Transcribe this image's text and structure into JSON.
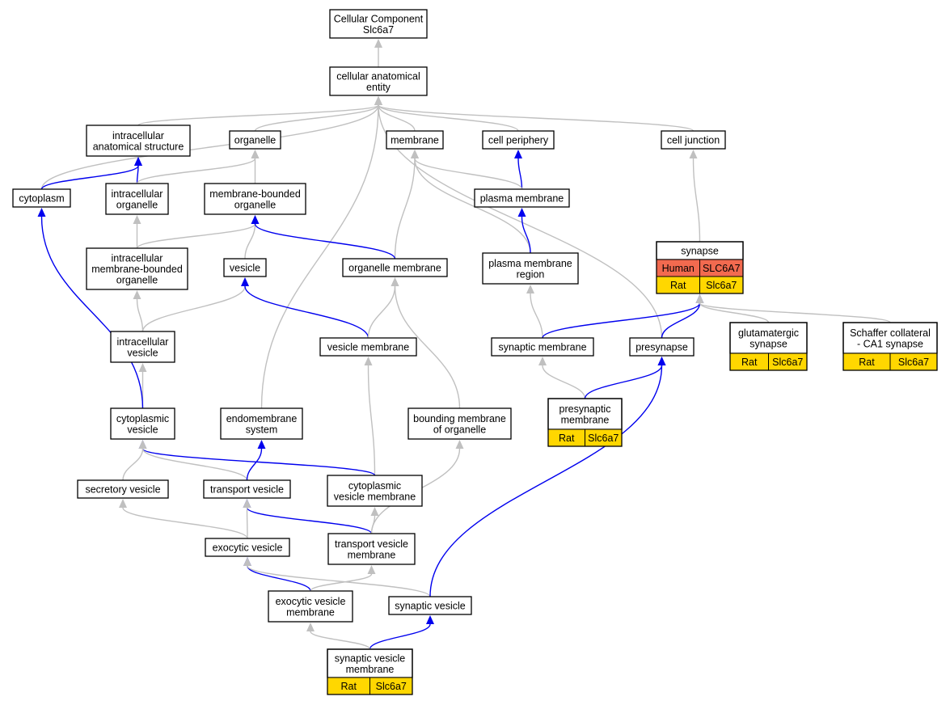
{
  "colors": {
    "grey_edge": "#c0c0c0",
    "blue_edge": "#0000ee",
    "human_cell": "#f26a4f",
    "rat_cell": "#ffd700"
  },
  "nodes": {
    "root": {
      "lines": [
        "Cellular Component",
        "Slc6a7"
      ]
    },
    "cae": {
      "lines": [
        "cellular anatomical",
        "entity"
      ]
    },
    "ias": {
      "lines": [
        "intracellular",
        "anatomical structure"
      ]
    },
    "organelle": {
      "lines": [
        "organelle"
      ]
    },
    "membrane": {
      "lines": [
        "membrane"
      ]
    },
    "cellperiph": {
      "lines": [
        "cell periphery"
      ]
    },
    "celljunc": {
      "lines": [
        "cell junction"
      ]
    },
    "cytoplasm": {
      "lines": [
        "cytoplasm"
      ]
    },
    "intorg": {
      "lines": [
        "intracellular",
        "organelle"
      ]
    },
    "mbo": {
      "lines": [
        "membrane-bounded",
        "organelle"
      ]
    },
    "plasmamem": {
      "lines": [
        "plasma membrane"
      ]
    },
    "imbo": {
      "lines": [
        "intracellular",
        "membrane-bounded",
        "organelle"
      ]
    },
    "vesicle": {
      "lines": [
        "vesicle"
      ]
    },
    "orgmem": {
      "lines": [
        "organelle membrane"
      ]
    },
    "pmr": {
      "lines": [
        "plasma membrane",
        "region"
      ]
    },
    "synapse": {
      "lines": [
        "synapse"
      ],
      "rows": [
        [
          "Human",
          "SLC6A7"
        ],
        [
          "Rat",
          "Slc6a7"
        ]
      ]
    },
    "intves": {
      "lines": [
        "intracellular",
        "vesicle"
      ]
    },
    "vesmem": {
      "lines": [
        "vesicle membrane"
      ]
    },
    "synmem": {
      "lines": [
        "synaptic membrane"
      ]
    },
    "presyn": {
      "lines": [
        "presynapse"
      ]
    },
    "glut": {
      "lines": [
        "glutamatergic",
        "synapse"
      ],
      "rows": [
        [
          "Rat",
          "Slc6a7"
        ]
      ]
    },
    "schaffer": {
      "lines": [
        "Schaffer collateral",
        "- CA1 synapse"
      ],
      "rows": [
        [
          "Rat",
          "Slc6a7"
        ]
      ]
    },
    "cytves": {
      "lines": [
        "cytoplasmic",
        "vesicle"
      ]
    },
    "endomem": {
      "lines": [
        "endomembrane",
        "system"
      ]
    },
    "bmo": {
      "lines": [
        "bounding membrane",
        "of organelle"
      ]
    },
    "presynmem": {
      "lines": [
        "presynaptic",
        "membrane"
      ],
      "rows": [
        [
          "Rat",
          "Slc6a7"
        ]
      ]
    },
    "secves": {
      "lines": [
        "secretory vesicle"
      ]
    },
    "transves": {
      "lines": [
        "transport vesicle"
      ]
    },
    "cvm": {
      "lines": [
        "cytoplasmic",
        "vesicle membrane"
      ]
    },
    "exoves": {
      "lines": [
        "exocytic vesicle"
      ]
    },
    "tvm": {
      "lines": [
        "transport vesicle",
        "membrane"
      ]
    },
    "evm": {
      "lines": [
        "exocytic vesicle",
        "membrane"
      ]
    },
    "synves": {
      "lines": [
        "synaptic vesicle"
      ]
    },
    "svm": {
      "lines": [
        "synaptic vesicle",
        "membrane"
      ],
      "rows": [
        [
          "Rat",
          "Slc6a7"
        ]
      ]
    }
  },
  "edges": [
    {
      "from": "cae",
      "to": "root",
      "kind": "grey"
    },
    {
      "from": "ias",
      "to": "cae",
      "kind": "grey"
    },
    {
      "from": "organelle",
      "to": "cae",
      "kind": "grey"
    },
    {
      "from": "membrane",
      "to": "cae",
      "kind": "grey"
    },
    {
      "from": "cellperiph",
      "to": "cae",
      "kind": "grey"
    },
    {
      "from": "celljunc",
      "to": "cae",
      "kind": "grey"
    },
    {
      "from": "cytoplasm",
      "to": "cae",
      "kind": "grey"
    },
    {
      "from": "endomem",
      "to": "cae",
      "kind": "grey"
    },
    {
      "from": "presyn",
      "to": "cae",
      "kind": "grey"
    },
    {
      "from": "cytoplasm",
      "to": "ias",
      "kind": "blue"
    },
    {
      "from": "intorg",
      "to": "ias",
      "kind": "blue"
    },
    {
      "from": "intorg",
      "to": "organelle",
      "kind": "grey"
    },
    {
      "from": "mbo",
      "to": "organelle",
      "kind": "grey"
    },
    {
      "from": "plasmamem",
      "to": "cellperiph",
      "kind": "blue"
    },
    {
      "from": "plasmamem",
      "to": "membrane",
      "kind": "grey"
    },
    {
      "from": "orgmem",
      "to": "membrane",
      "kind": "grey"
    },
    {
      "from": "pmr",
      "to": "membrane",
      "kind": "grey"
    },
    {
      "from": "synapse",
      "to": "celljunc",
      "kind": "grey"
    },
    {
      "from": "imbo",
      "to": "intorg",
      "kind": "grey"
    },
    {
      "from": "imbo",
      "to": "mbo",
      "kind": "grey"
    },
    {
      "from": "vesicle",
      "to": "mbo",
      "kind": "grey"
    },
    {
      "from": "orgmem",
      "to": "mbo",
      "kind": "blue"
    },
    {
      "from": "pmr",
      "to": "plasmamem",
      "kind": "blue"
    },
    {
      "from": "intves",
      "to": "imbo",
      "kind": "grey"
    },
    {
      "from": "intves",
      "to": "vesicle",
      "kind": "grey"
    },
    {
      "from": "vesmem",
      "to": "vesicle",
      "kind": "blue"
    },
    {
      "from": "vesmem",
      "to": "orgmem",
      "kind": "grey"
    },
    {
      "from": "bmo",
      "to": "orgmem",
      "kind": "grey"
    },
    {
      "from": "synmem",
      "to": "pmr",
      "kind": "grey"
    },
    {
      "from": "synmem",
      "to": "synapse",
      "kind": "blue"
    },
    {
      "from": "presyn",
      "to": "synapse",
      "kind": "blue"
    },
    {
      "from": "glut",
      "to": "synapse",
      "kind": "grey"
    },
    {
      "from": "schaffer",
      "to": "synapse",
      "kind": "grey"
    },
    {
      "from": "cytves",
      "to": "intves",
      "kind": "grey"
    },
    {
      "from": "cytves",
      "to": "cytoplasm",
      "kind": "blue"
    },
    {
      "from": "presynmem",
      "to": "synmem",
      "kind": "grey"
    },
    {
      "from": "presynmem",
      "to": "presyn",
      "kind": "blue"
    },
    {
      "from": "cvm",
      "to": "vesmem",
      "kind": "grey"
    },
    {
      "from": "cvm",
      "to": "cytves",
      "kind": "blue"
    },
    {
      "from": "secves",
      "to": "cytves",
      "kind": "grey"
    },
    {
      "from": "transves",
      "to": "cytves",
      "kind": "grey"
    },
    {
      "from": "transves",
      "to": "endomem",
      "kind": "blue"
    },
    {
      "from": "tvm",
      "to": "transves",
      "kind": "blue"
    },
    {
      "from": "tvm",
      "to": "cvm",
      "kind": "grey"
    },
    {
      "from": "tvm",
      "to": "bmo",
      "kind": "grey"
    },
    {
      "from": "exoves",
      "to": "secves",
      "kind": "grey"
    },
    {
      "from": "exoves",
      "to": "transves",
      "kind": "grey"
    },
    {
      "from": "evm",
      "to": "exoves",
      "kind": "blue"
    },
    {
      "from": "evm",
      "to": "tvm",
      "kind": "grey"
    },
    {
      "from": "synves",
      "to": "exoves",
      "kind": "grey"
    },
    {
      "from": "synves",
      "to": "presyn",
      "kind": "blue"
    },
    {
      "from": "svm",
      "to": "synves",
      "kind": "blue"
    },
    {
      "from": "svm",
      "to": "evm",
      "kind": "grey"
    }
  ]
}
